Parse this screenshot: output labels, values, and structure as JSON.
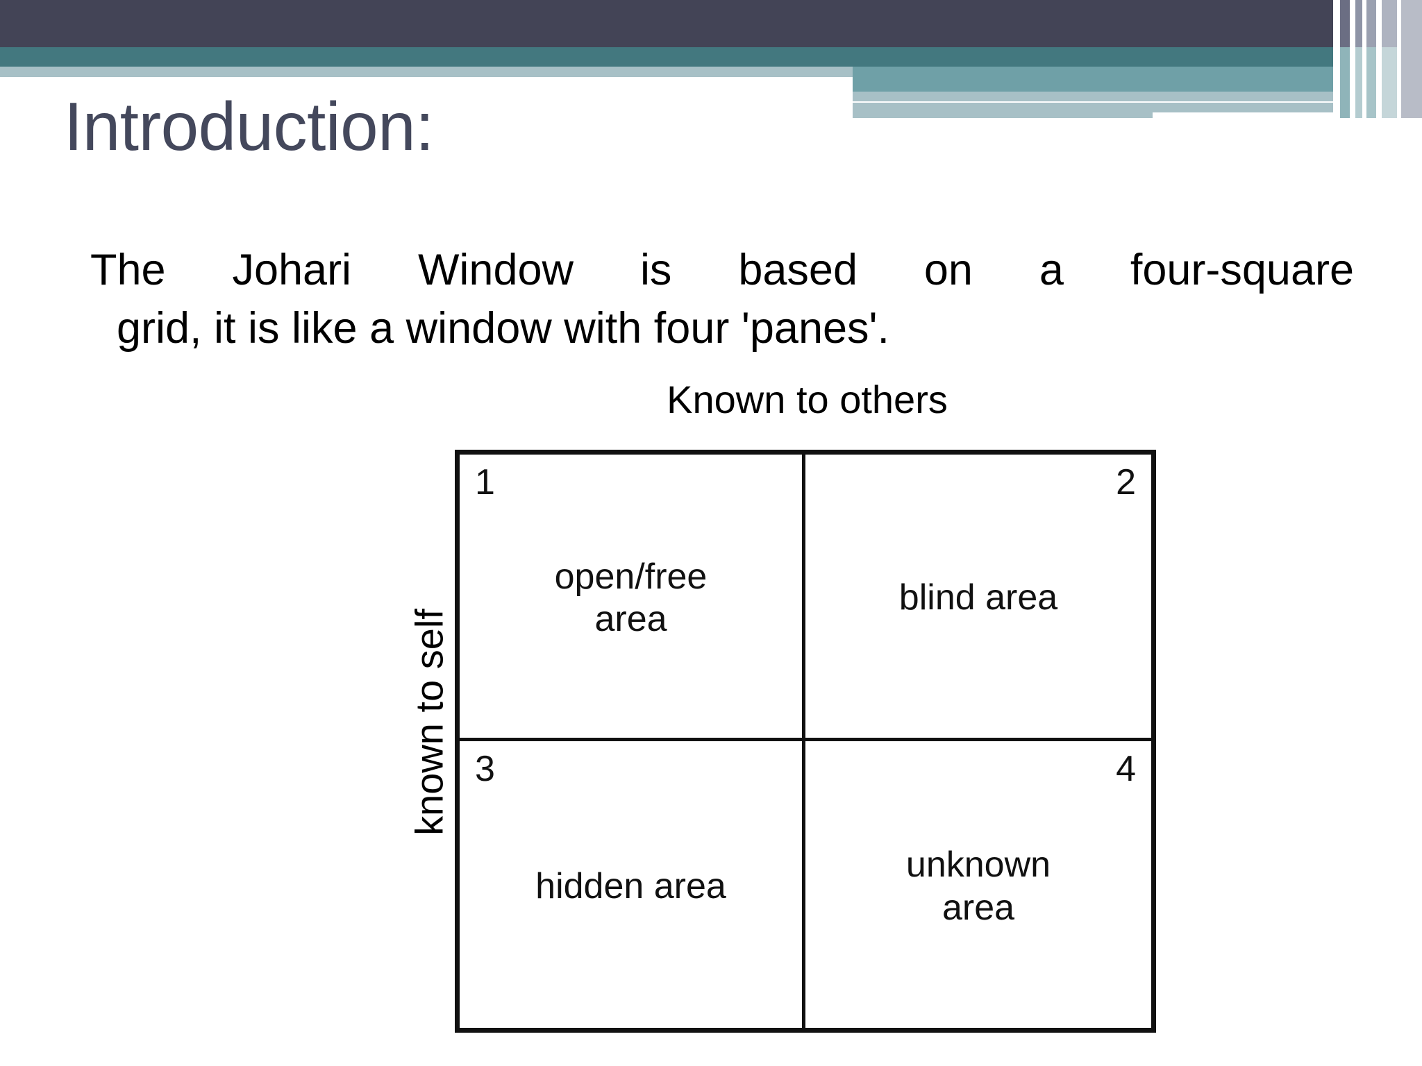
{
  "slide": {
    "title": "Introduction:",
    "body_line_1": "The Johari Window is based on a four-square",
    "body_line_2": "grid, it is like a window with four 'panes'."
  },
  "theme": {
    "title_color": "#44485c",
    "banner_dark": "#434456",
    "banner_teal": "#43787f",
    "banner_light": "#a7c0c6",
    "text_color": "#000000"
  },
  "diagram": {
    "name": "johari-window",
    "axis_top_label": "Known to others",
    "axis_left_label": "known to self",
    "panes": [
      {
        "number": "1",
        "number_pos": "left",
        "label": "open/free\narea"
      },
      {
        "number": "2",
        "number_pos": "right",
        "label": "blind area"
      },
      {
        "number": "3",
        "number_pos": "left",
        "label": "hidden area"
      },
      {
        "number": "4",
        "number_pos": "right",
        "label": "unknown\narea"
      }
    ]
  }
}
